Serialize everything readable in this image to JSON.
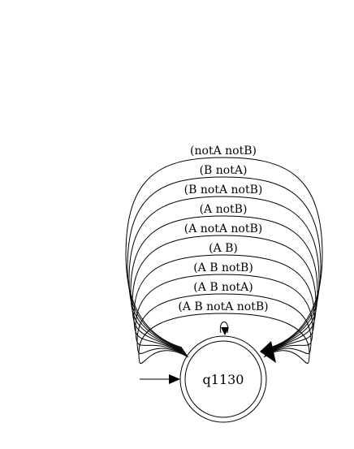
{
  "automaton": {
    "state": {
      "name": "q1130",
      "accepting": true,
      "initial": true
    },
    "transitions": [
      {
        "label": "(notA notB)"
      },
      {
        "label": "(B notA)"
      },
      {
        "label": "(B notA notB)"
      },
      {
        "label": "(A notB)"
      },
      {
        "label": "(A notA notB)"
      },
      {
        "label": "(A B)"
      },
      {
        "label": "(A B notB)"
      },
      {
        "label": "(A B notA)"
      },
      {
        "label": "(A B notA notB)"
      }
    ]
  }
}
